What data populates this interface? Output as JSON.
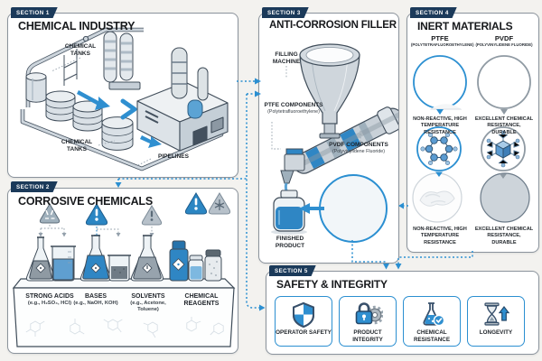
{
  "colors": {
    "background": "#f3f2ef",
    "panel_border": "#8b939c",
    "badge_navy": "#1b3a5a",
    "accent_blue": "#2b8fd1",
    "liquid_blue": "#2f86c4",
    "machine_gray": "#cfd6dc",
    "outline_slate": "#3f4c59"
  },
  "icons": {
    "warning_blue": "warning-triangle-exclamation-icon",
    "warning_corrosive": "warning-triangle-corrosive-icon",
    "warning_hazard": "warning-triangle-hazard-icon",
    "shield": "shield-check-icon",
    "lock_gear": "lock-gear-icon",
    "flask_check": "flask-check-icon",
    "hourglass": "hourglass-up-arrow-icon"
  },
  "section1": {
    "badge": "SECTION 1",
    "title": "CHEMICAL INDUSTRY",
    "labels": {
      "chemical_tanks_top": "CHEMICAL TANKS",
      "chemical_tanks_bottom": "CHEMICAL TANKS",
      "pipelines": "PIPELINES"
    }
  },
  "section2": {
    "badge": "SECTION 2",
    "title": "CORROSIVE CHEMICALS",
    "items": [
      {
        "name": "STRONG ACIDS",
        "example": "(e.g., H₂SO₄, HCl)"
      },
      {
        "name": "BASES",
        "example": "(e.g., NaOH, KOH)"
      },
      {
        "name": "SOLVENTS",
        "example": "(e.g., Acetone, Toluene)"
      },
      {
        "name": "CHEMICAL REAGENTS",
        "example": ""
      }
    ]
  },
  "section3": {
    "badge": "SECTION 3",
    "title": "ANTI-CORROSION FILLER",
    "labels": {
      "filling_machine": "FILLING MACHINE",
      "ptfe_components": "PTFE COMPONENTS",
      "ptfe_sub": "(Polytetrafluoroethylene)",
      "pvdf_components": "PVDF COMPONENTS",
      "pvdf_sub": "(Polyvinylidene Fluoride)",
      "finished_product": "FINISHED PRODUCT"
    }
  },
  "section4": {
    "badge": "SECTION 4",
    "title": "INERT MATERIALS",
    "columns": [
      {
        "name": "PTFE",
        "sub": "(POLYTETRAFLUOROETHYLENE)"
      },
      {
        "name": "PVDF",
        "sub": "(POLYVINYLIDENE FLUORIDE)"
      }
    ],
    "rows": [
      {
        "left_caption": "NON-REACTIVE, HIGH TEMPERATURE RESISTANCE",
        "right_caption": "EXCELLENT CHEMICAL RESISTANCE, DURABLE"
      },
      {
        "left_caption": "NON-REACTIVE, HIGH TEMPERATURE RESISTANCE",
        "right_caption": "EXCELLENT CHEMICAL RESISTANCE, DURABLE"
      }
    ]
  },
  "section5": {
    "badge": "SECTION 5",
    "title": "SAFETY & INTEGRITY",
    "cards": [
      {
        "label": "OPERATOR SAFETY",
        "icon": "shield-check-icon"
      },
      {
        "label": "PRODUCT INTEGRITY",
        "icon": "lock-gear-icon"
      },
      {
        "label": "CHEMICAL RESISTANCE",
        "icon": "flask-check-icon"
      },
      {
        "label": "LONGEVITY",
        "icon": "hourglass-up-arrow-icon"
      }
    ]
  }
}
